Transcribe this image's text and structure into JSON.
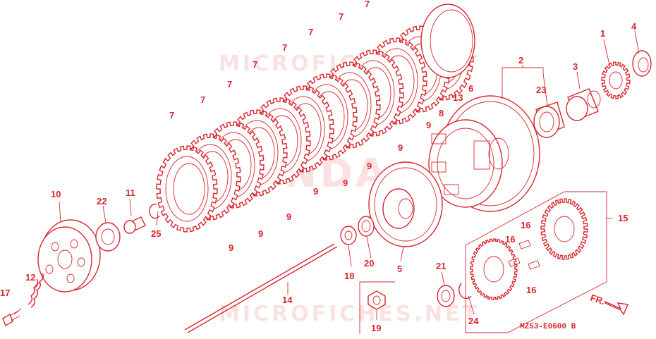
{
  "diagram": {
    "parts": [
      {
        "number": "1"
      },
      {
        "number": "2"
      },
      {
        "number": "3"
      },
      {
        "number": "4"
      },
      {
        "number": "5"
      },
      {
        "number": "6"
      },
      {
        "number": "7"
      },
      {
        "number": "8"
      },
      {
        "number": "9"
      },
      {
        "number": "10"
      },
      {
        "number": "11"
      },
      {
        "number": "12"
      },
      {
        "number": "13"
      },
      {
        "number": "14"
      },
      {
        "number": "15"
      },
      {
        "number": "16"
      },
      {
        "number": "17"
      },
      {
        "number": "18"
      },
      {
        "number": "19"
      },
      {
        "number": "20"
      },
      {
        "number": "21"
      },
      {
        "number": "22"
      },
      {
        "number": "23"
      },
      {
        "number": "24"
      },
      {
        "number": "25"
      }
    ],
    "diagram_code": "MZ53-E0600 B",
    "direction_label": "FR.",
    "watermarks": [
      "MICROFICHES.NET",
      "HONDA",
      "MICROFICHES.NET"
    ],
    "accent_color": "#d9262e"
  }
}
